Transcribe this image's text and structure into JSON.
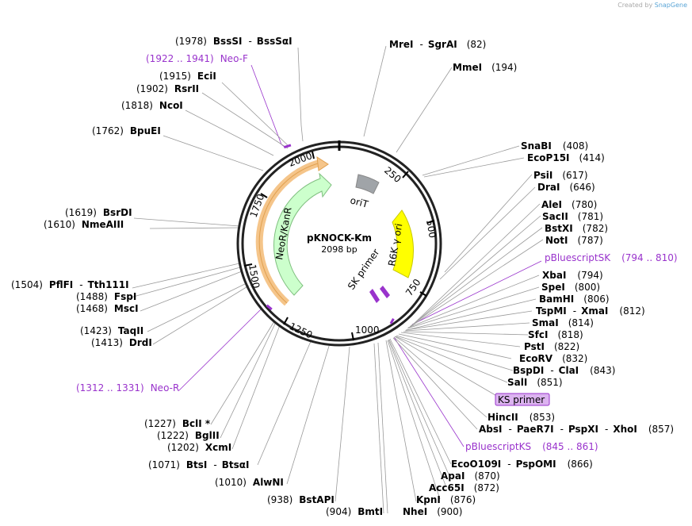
{
  "credit": {
    "prefix": "Created by",
    "brand": "SnapGene"
  },
  "plasmid": {
    "name": "pKNOCK-Km",
    "size": "2098 bp"
  },
  "ruler": [
    "250",
    "500",
    "750",
    "1000",
    "1250",
    "1500",
    "1750",
    "2000"
  ],
  "features": {
    "oriT": "oriT",
    "r6k": "R6K γ ori",
    "neo": "NeoR/KanR",
    "sk": "SK primer",
    "ks": "KS primer"
  },
  "sites": {
    "bsssi": {
      "pos": "(1978)",
      "n1": "BssSI",
      "sep": "-",
      "n2": "BssSαI"
    },
    "neof": {
      "range": "(1922 .. 1941)",
      "n": "Neo-F"
    },
    "ecii": {
      "pos": "(1915)",
      "n": "EciI"
    },
    "rsrii": {
      "pos": "(1902)",
      "n": "RsrII"
    },
    "ncoi": {
      "pos": "(1818)",
      "n": "NcoI"
    },
    "bpuei": {
      "pos": "(1762)",
      "n": "BpuEI"
    },
    "bsrdi": {
      "pos": "(1619)",
      "n": "BsrDI"
    },
    "nmeaiii": {
      "pos": "(1610)",
      "n": "NmeAIII"
    },
    "pflfi": {
      "pos": "(1504)",
      "n1": "PflFI",
      "sep": "-",
      "n2": "Tth111I"
    },
    "fspi": {
      "pos": "(1488)",
      "n": "FspI"
    },
    "msci": {
      "pos": "(1468)",
      "n": "MscI"
    },
    "taqii": {
      "pos": "(1423)",
      "n": "TaqII"
    },
    "drdi": {
      "pos": "(1413)",
      "n": "DrdI"
    },
    "neor": {
      "range": "(1312 .. 1331)",
      "n": "Neo-R"
    },
    "bcli": {
      "pos": "(1227)",
      "n": "BclI *"
    },
    "bglii": {
      "pos": "(1222)",
      "n": "BglII"
    },
    "xcmi": {
      "pos": "(1202)",
      "n": "XcmI"
    },
    "btsi": {
      "pos": "(1071)",
      "n1": "BtsI",
      "sep": "-",
      "n2": "BtsαI"
    },
    "alwni": {
      "pos": "(1010)",
      "n": "AlwNI"
    },
    "bstapi": {
      "pos": "(938)",
      "n": "BstAPI"
    },
    "bmti": {
      "pos": "(904)",
      "n": "BmtI"
    },
    "nhei": {
      "n": "NheI",
      "pos": "(900)"
    },
    "kpni": {
      "n": "KpnI",
      "pos": "(876)"
    },
    "acc65i": {
      "n": "Acc65I",
      "pos": "(872)"
    },
    "apai": {
      "n": "ApaI",
      "pos": "(870)"
    },
    "eco0109i": {
      "n1": "EcoO109I",
      "sep": "-",
      "n2": "PspOMI",
      "pos": "(866)"
    },
    "pbsks": {
      "n": "pBluescriptKS",
      "range": "(845 .. 861)"
    },
    "absi": {
      "n1": "AbsI",
      "sep1": "-",
      "n2": "PaeR7I",
      "sep2": "-",
      "n3": "PspXI",
      "sep3": "-",
      "n4": "XhoI",
      "pos": "(857)"
    },
    "hincii": {
      "n": "HincII",
      "pos": "(853)"
    },
    "sali": {
      "n": "SalI",
      "pos": "(851)"
    },
    "bspdi": {
      "n1": "BspDI",
      "sep": "-",
      "n2": "ClaI",
      "pos": "(843)"
    },
    "ecorv": {
      "n": "EcoRV",
      "pos": "(832)"
    },
    "psti2": {
      "n": "PstI",
      "pos": "(822)"
    },
    "sfci": {
      "n": "SfcI",
      "pos": "(818)"
    },
    "smai": {
      "n": "SmaI",
      "pos": "(814)"
    },
    "tspmi": {
      "n1": "TspMI",
      "sep": "-",
      "n2": "XmaI",
      "pos": "(812)"
    },
    "bamhi": {
      "n": "BamHI",
      "pos": "(806)"
    },
    "spei": {
      "n": "SpeI",
      "pos": "(800)"
    },
    "xbai": {
      "n": "XbaI",
      "pos": "(794)"
    },
    "pbssk": {
      "n": "pBluescriptSK",
      "range": "(794 .. 810)"
    },
    "noti": {
      "n": "NotI",
      "pos": "(787)"
    },
    "bstxi": {
      "n": "BstXI",
      "pos": "(782)"
    },
    "sacii": {
      "n": "SacII",
      "pos": "(781)"
    },
    "alei": {
      "n": "AleI",
      "pos": "(780)"
    },
    "drai": {
      "n": "DraI",
      "pos": "(646)"
    },
    "psti1": {
      "n": "PsiI",
      "pos": "(617)"
    },
    "ecop15i": {
      "n": "EcoP15I",
      "pos": "(414)"
    },
    "snabi": {
      "n": "SnaBI",
      "pos": "(408)"
    },
    "mmei": {
      "n": "MmeI",
      "pos": "(194)"
    },
    "mrei": {
      "n1": "MreI",
      "sep": "-",
      "n2": "SgrAI",
      "pos": "(82)"
    }
  },
  "colors": {
    "neo": "#ccffcc",
    "neo_outer": "#f5c58a",
    "r6k": "#ffff00",
    "orit": "#a0a4a8",
    "primer": "#9933cc",
    "ks_bg": "#dcb3f0"
  }
}
